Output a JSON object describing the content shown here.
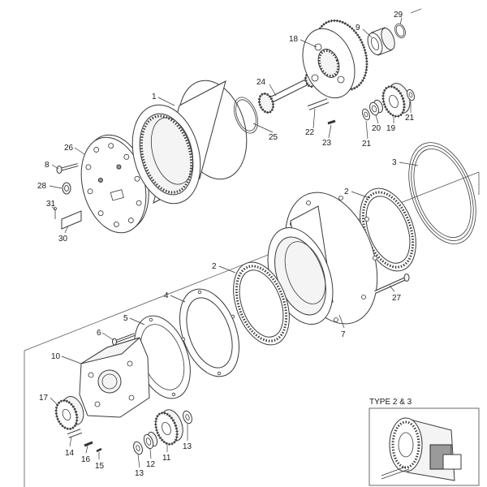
{
  "callouts": [
    "29",
    "9",
    "18",
    "1",
    "24",
    "25",
    "22",
    "23",
    "20",
    "19",
    "21",
    "21",
    "26",
    "8",
    "28",
    "31",
    "30",
    "3",
    "2",
    "2",
    "27",
    "7",
    "4",
    "5",
    "6",
    "10",
    "17",
    "14",
    "16",
    "15",
    "13",
    "12",
    "11",
    "13"
  ],
  "inset": {
    "label": "TYPE 2 & 3"
  }
}
